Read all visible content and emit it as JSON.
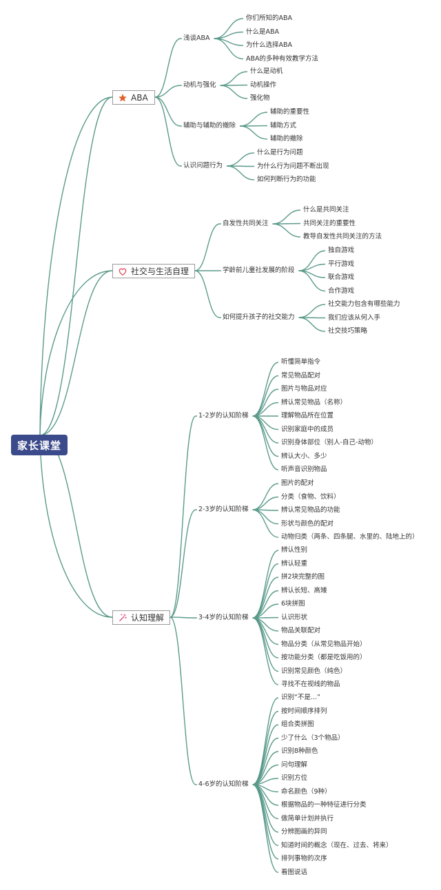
{
  "root": "家长课堂",
  "line_color": "#5a9a8a",
  "branches": [
    {
      "label": "ABA",
      "icon": "star-icon",
      "icon_color": "#e0622c",
      "groups": [
        {
          "label": "浅谈ABA",
          "items": [
            "你们所知的ABA",
            "什么是ABA",
            "为什么选择ABA",
            "ABA的多种有效教学方法"
          ]
        },
        {
          "label": "动机与强化",
          "items": [
            "什么是动机",
            "动机操作",
            "强化物"
          ]
        },
        {
          "label": "辅助与辅助的撤除",
          "items": [
            "辅助的重要性",
            "辅助方式",
            "辅助的撤除"
          ]
        },
        {
          "label": "认识问题行为",
          "items": [
            "什么是行为问题",
            "为什么行为问题不断出现",
            "如何判断行为的功能"
          ]
        }
      ]
    },
    {
      "label": "社交与生活自理",
      "icon": "heart-icon",
      "icon_color": "#e04a5a",
      "groups": [
        {
          "label": "自发性共同关注",
          "items": [
            "什么是共同关注",
            "共同关注的重要性",
            "教导自发性共同关注的方法"
          ]
        },
        {
          "label": "学龄前儿童社发展的阶段",
          "items": [
            "独自游戏",
            "平行游戏",
            "联合游戏",
            "合作游戏"
          ]
        },
        {
          "label": "如何提升孩子的社交能力",
          "items": [
            "社交能力包含有哪些能力",
            "我们应该从何入手",
            "社交技巧策略"
          ]
        }
      ]
    },
    {
      "label": "认知理解",
      "icon": "magic-wand-icon",
      "icon_color": "#e04a7a",
      "groups": [
        {
          "label": "1-2岁的认知阶梯",
          "items": [
            "听懂简单指令",
            "常见物品配对",
            "图片与物品对应",
            "辨认常见物品（名称）",
            "理解物品所在位置",
            "识别家庭中的成员",
            "识别身体部位（别人-自己-动物）",
            "辨认大小、多少",
            "听声音识别物品"
          ]
        },
        {
          "label": "2-3岁的认知阶梯",
          "items": [
            "图片的配对",
            "分类（食物、饮料）",
            "辨认常见物品的功能",
            "形状与颜色的配对",
            "动物归类（两条、四条腿、水里的、陆地上的）"
          ]
        },
        {
          "label": "3-4岁的认知阶梯",
          "items": [
            "辨认性别",
            "辨认轻重",
            "拼2块完整的图",
            "辨认长短、高矮",
            "6块拼图",
            "认识形状",
            "物品关联配对",
            "物品分类（从常见物品开始）",
            "按功能分类（都是吃饭用的）",
            "识别常见颜色（纯色）",
            "寻找不在视线的物品"
          ]
        },
        {
          "label": "4-6岁的认知阶梯",
          "items": [
            "识别“不是...”",
            "按时间顺序排列",
            "组合类拼图",
            "少了什么（3个物品）",
            "识别8种颜色",
            "问句理解",
            "识别方位",
            "命名颜色（9种）",
            "根据物品的一种特征进行分类",
            "做简单计划并执行",
            "分辨图画的异同",
            "知道时间的概念（现在、过去、将来）",
            "排列事物的次序",
            "看图说话"
          ]
        }
      ]
    }
  ]
}
